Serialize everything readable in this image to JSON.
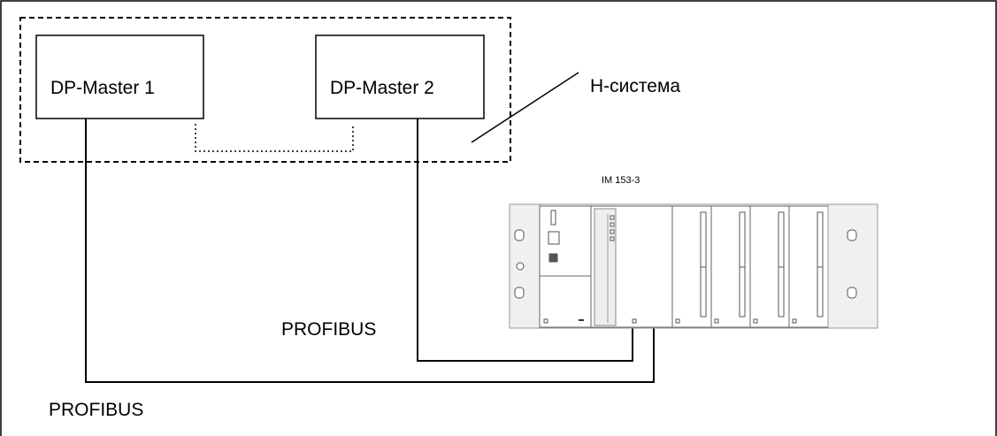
{
  "diagram": {
    "masters": [
      {
        "label": "DP-Master 1"
      },
      {
        "label": "DP-Master 2"
      }
    ],
    "h_system_label": "H-система",
    "module_label": "IM 153-3",
    "bus_labels": [
      "PROFIBUS",
      "PROFIBUS"
    ]
  }
}
